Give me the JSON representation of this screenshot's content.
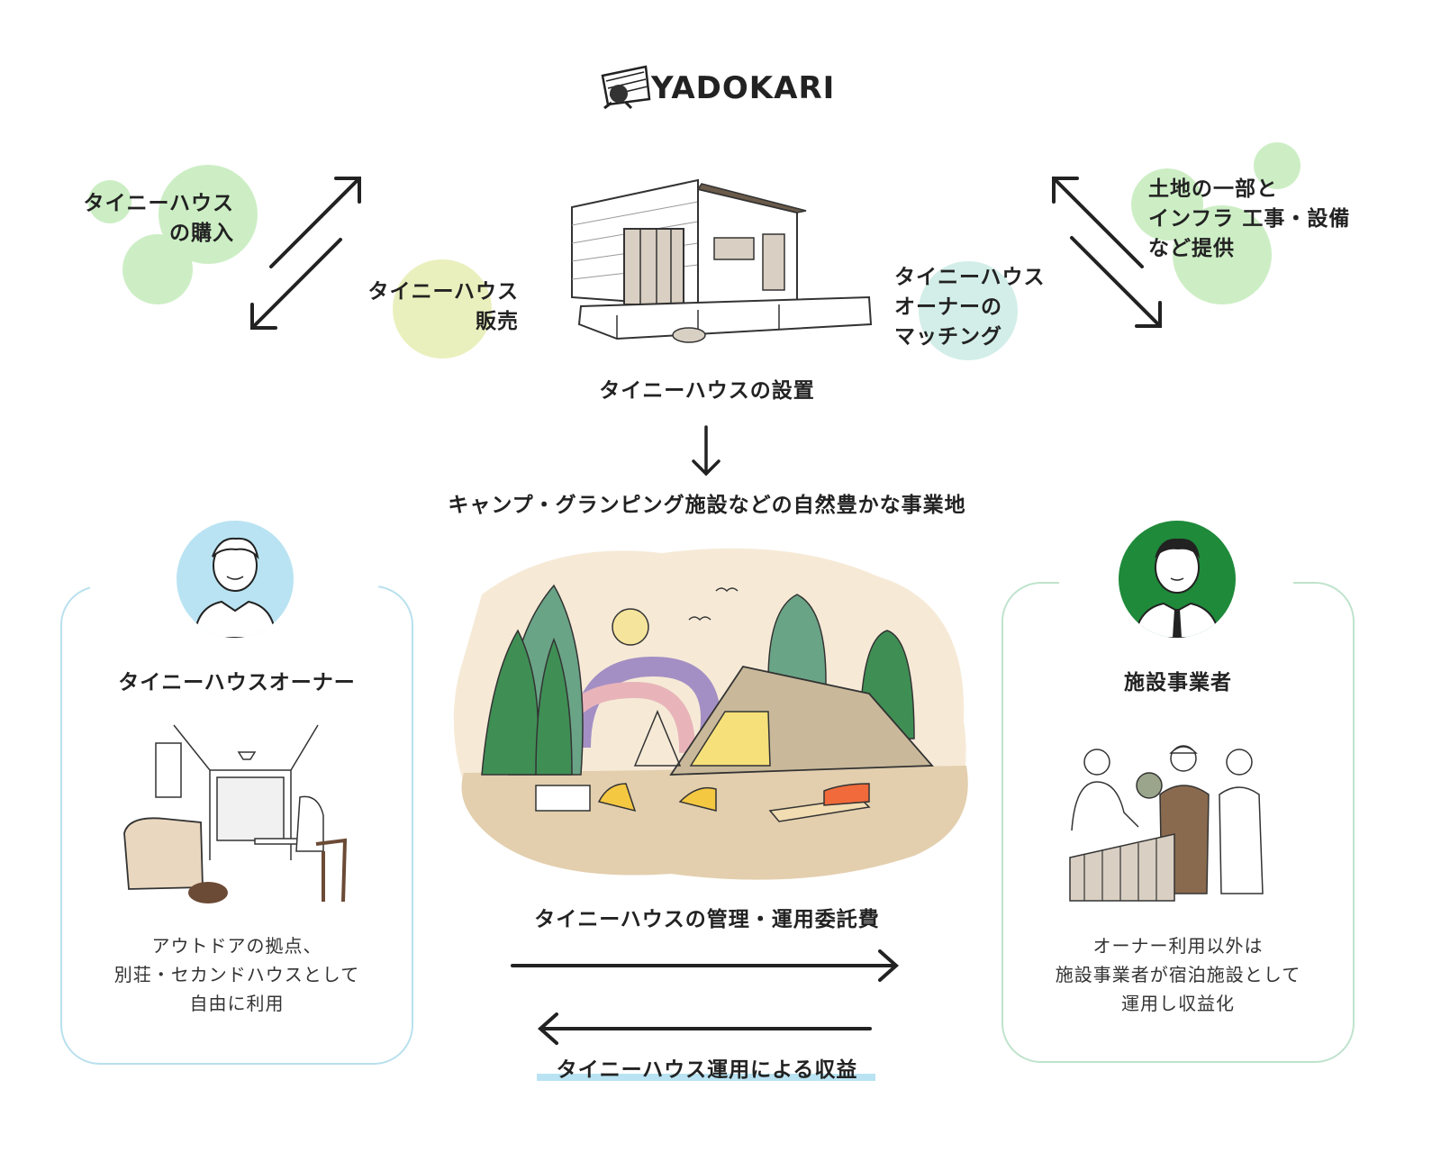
{
  "brand": {
    "name": "YADOKARI"
  },
  "top_left": {
    "purchase_line1": "タイニーハウス",
    "purchase_line2": "の購入",
    "sales_line1": "タイニーハウス",
    "sales_line2": "販売"
  },
  "top_right": {
    "infra_line1": "土地の一部と",
    "infra_line2": "インフラ 工事・設備",
    "infra_line3": "など提供",
    "matching_line1": "タイニーハウス",
    "matching_line2": "オーナーの",
    "matching_line3": "マッチング"
  },
  "center": {
    "install": "タイニーハウスの設置",
    "business_site": "キャンプ・グランピング施設などの自然豊かな事業地"
  },
  "owner": {
    "title": "タイニーハウスオーナー",
    "desc_line1": "アウトドアの拠点、",
    "desc_line2": "別荘・セカンドハウスとして",
    "desc_line3": "自由に利用"
  },
  "operator": {
    "title": "施設事業者",
    "desc_line1": "オーナー利用以外は",
    "desc_line2": "施設事業者が宿泊施設として",
    "desc_line3": "運用し収益化"
  },
  "flows": {
    "fee": "タイニーハウスの管理・運用委託費",
    "revenue": "タイニーハウス運用による収益"
  },
  "colors": {
    "green_light": "#cdeec5",
    "yellow_light": "#eaf0bd",
    "teal_light": "#d3eee8",
    "blue_light": "#b9e3f2",
    "owner_border": "#b9e0ee",
    "operator_border": "#bfe3cc",
    "operator_avatar": "#1f8a3a",
    "scene_bg": "#f6ead7",
    "ground": "#e3cfae"
  }
}
